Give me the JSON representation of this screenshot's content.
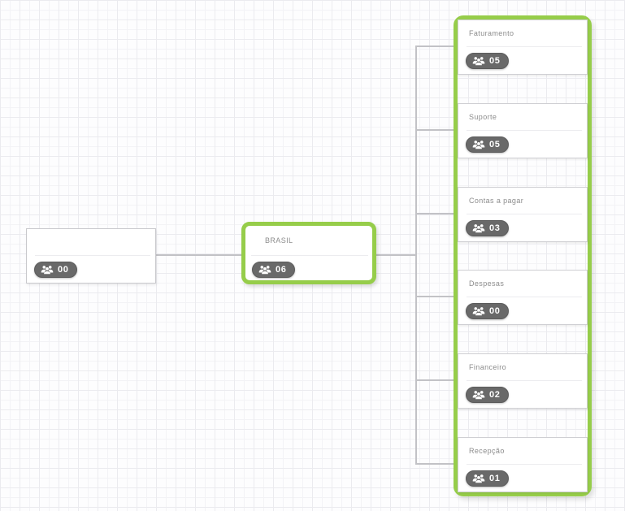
{
  "app": {
    "view": "organization-chart-canvas",
    "accent_color": "#96cd4a",
    "badge_bg_color": "#696969",
    "connector_color": "#c2c2c6",
    "grid_color": "#f3f3f6"
  },
  "org_chart": {
    "root": {
      "title": "",
      "count": "00"
    },
    "parent": {
      "title": "BRASIL",
      "count": "06",
      "selected": true
    },
    "children": [
      {
        "title": "Faturamento",
        "count": "05"
      },
      {
        "title": "Suporte",
        "count": "05"
      },
      {
        "title": "Contas a pagar",
        "count": "03"
      },
      {
        "title": "Despesas",
        "count": "00"
      },
      {
        "title": "Financeiro",
        "count": "02"
      },
      {
        "title": "Recepção",
        "count": "01"
      }
    ]
  }
}
